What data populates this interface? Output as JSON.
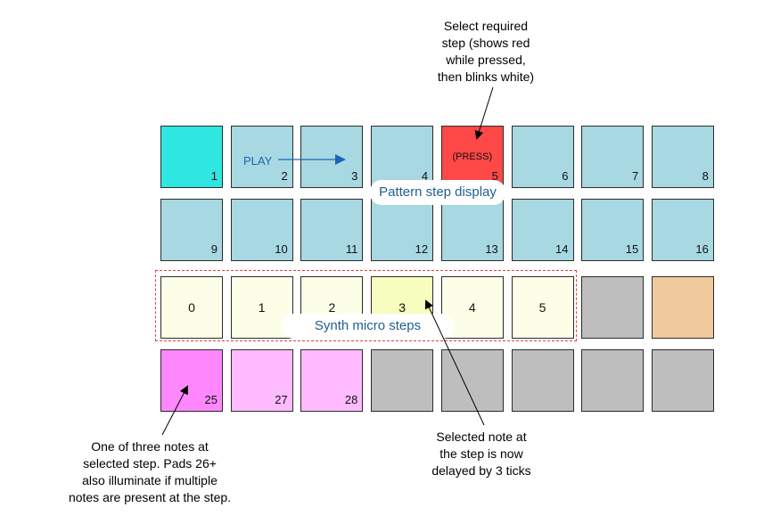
{
  "pads": {
    "row1": [
      {
        "num": "1",
        "color": "#30e6e0"
      },
      {
        "num": "2",
        "color": "#a8d8e2"
      },
      {
        "num": "3",
        "color": "#a8d8e2"
      },
      {
        "num": "4",
        "color": "#a8d8e2"
      },
      {
        "num": "5",
        "color": "#ff4848",
        "label": "(PRESS)"
      },
      {
        "num": "6",
        "color": "#a8d8e2"
      },
      {
        "num": "7",
        "color": "#a8d8e2"
      },
      {
        "num": "8",
        "color": "#a8d8e2"
      }
    ],
    "row2": [
      {
        "num": "9",
        "color": "#a8d8e2"
      },
      {
        "num": "10",
        "color": "#a8d8e2"
      },
      {
        "num": "11",
        "color": "#a8d8e2"
      },
      {
        "num": "12",
        "color": "#a8d8e2"
      },
      {
        "num": "13",
        "color": "#a8d8e2"
      },
      {
        "num": "14",
        "color": "#a8d8e2"
      },
      {
        "num": "15",
        "color": "#a8d8e2"
      },
      {
        "num": "16",
        "color": "#a8d8e2"
      }
    ],
    "row3": [
      {
        "center": "0",
        "color": "#fdfee8"
      },
      {
        "center": "1",
        "color": "#fdfee8"
      },
      {
        "center": "2",
        "color": "#fdfee8"
      },
      {
        "center": "3",
        "color": "#f6fdbe"
      },
      {
        "center": "4",
        "color": "#fdfee8"
      },
      {
        "center": "5",
        "color": "#fdfee8"
      },
      {
        "color": "#bebebe"
      },
      {
        "color": "#f0c99c"
      }
    ],
    "row4": [
      {
        "num": "25",
        "color": "#ff88ff"
      },
      {
        "num": "27",
        "color": "#ffbbff"
      },
      {
        "num": "28",
        "color": "#ffbbff"
      },
      {
        "color": "#bebebe"
      },
      {
        "color": "#bebebe"
      },
      {
        "color": "#bebebe"
      },
      {
        "color": "#bebebe"
      },
      {
        "color": "#bebebe"
      }
    ]
  },
  "labels": {
    "play": "PLAY",
    "pattern_step_display": "Pattern step display",
    "synth_micro_steps": "Synth micro steps"
  },
  "notes": {
    "select_step": [
      "Select required",
      "step (shows red",
      "while pressed,",
      "then blinks white)"
    ],
    "one_of_three": [
      "One of three notes at",
      "selected step. Pads 26+",
      "also illuminate if multiple",
      "notes are present at the step."
    ],
    "selected_note": [
      "Selected note at",
      "the step is now",
      "delayed by 3 ticks"
    ]
  },
  "colors": {
    "play_arrow": "#1a66b5",
    "dashed_box": "#e04040",
    "callout_text": "#1f5f8f"
  }
}
